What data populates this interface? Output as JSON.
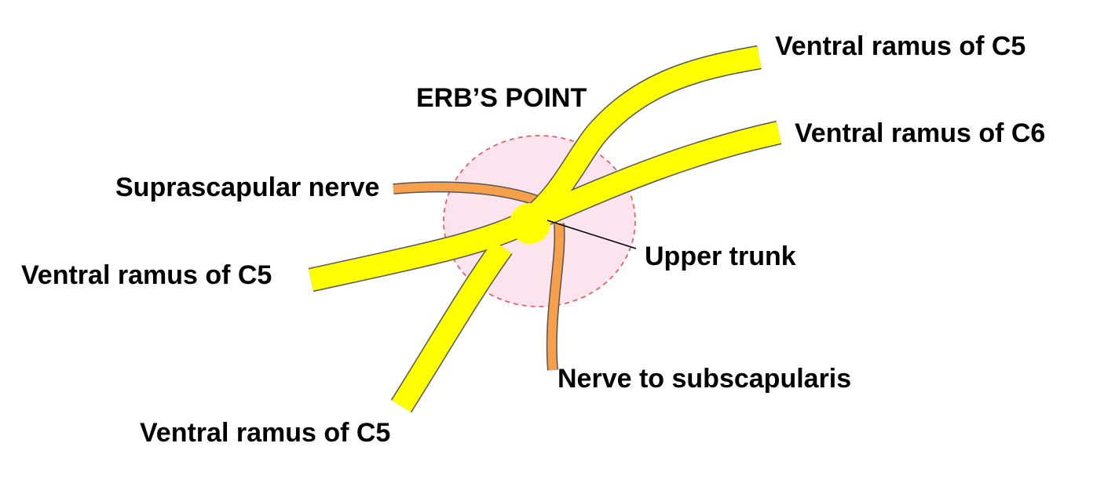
{
  "title": "ERB’S POINT",
  "labels": {
    "c5_top": "Ventral ramus of C5",
    "c6": "Ventral ramus of C6",
    "suprascapular": "Suprascapular nerve",
    "c5_left": "Ventral ramus of C5",
    "upper_trunk": "Upper trunk",
    "subscapularis": "Nerve to subscapularis",
    "c5_bottom": "Ventral ramus of C5"
  },
  "colors": {
    "nerve_fill": "#ffff00",
    "nerve_outline": "#555555",
    "branch_fill": "#f7a04b",
    "zone_fill": "#fbe4ee",
    "zone_outline": "#e8606a",
    "text": "#000000"
  }
}
